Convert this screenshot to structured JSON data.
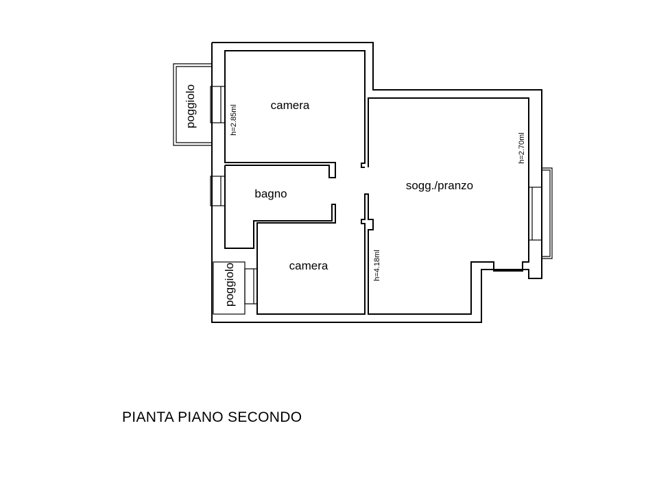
{
  "plan": {
    "title": "PIANTA PIANO SECONDO",
    "rooms": {
      "camera_top": "camera",
      "bagno": "bagno",
      "camera_bottom": "camera",
      "soggiorno": "sogg./pranzo",
      "poggiolo_top": "poggiolo",
      "poggiolo_bottom": "poggiolo"
    },
    "heights": {
      "camera_top": "h=2.85ml",
      "camera_bottom": "h=4.18ml",
      "soggiorno": "h=2.70ml"
    }
  }
}
